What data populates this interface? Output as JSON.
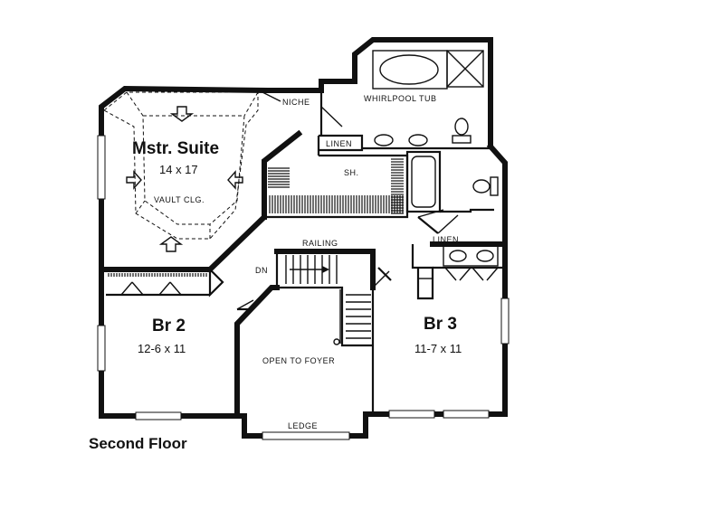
{
  "plan": {
    "title": "Second Floor",
    "rooms": {
      "master": {
        "name": "Mstr. Suite",
        "size": "14 x 17",
        "note": "VAULT CLG."
      },
      "br2": {
        "name": "Br 2",
        "size": "12-6 x 11"
      },
      "br3": {
        "name": "Br 3",
        "size": "11-7 x 11"
      }
    },
    "labels": {
      "niche": "NICHE",
      "whirlpool": "WHIRLPOOL TUB",
      "linen_bath": "LINEN",
      "shower": "SH.",
      "linen_hall": "LINEN",
      "railing": "RAILING",
      "down": "DN",
      "open_foyer": "OPEN TO FOYER",
      "ledge": "LEDGE"
    }
  }
}
